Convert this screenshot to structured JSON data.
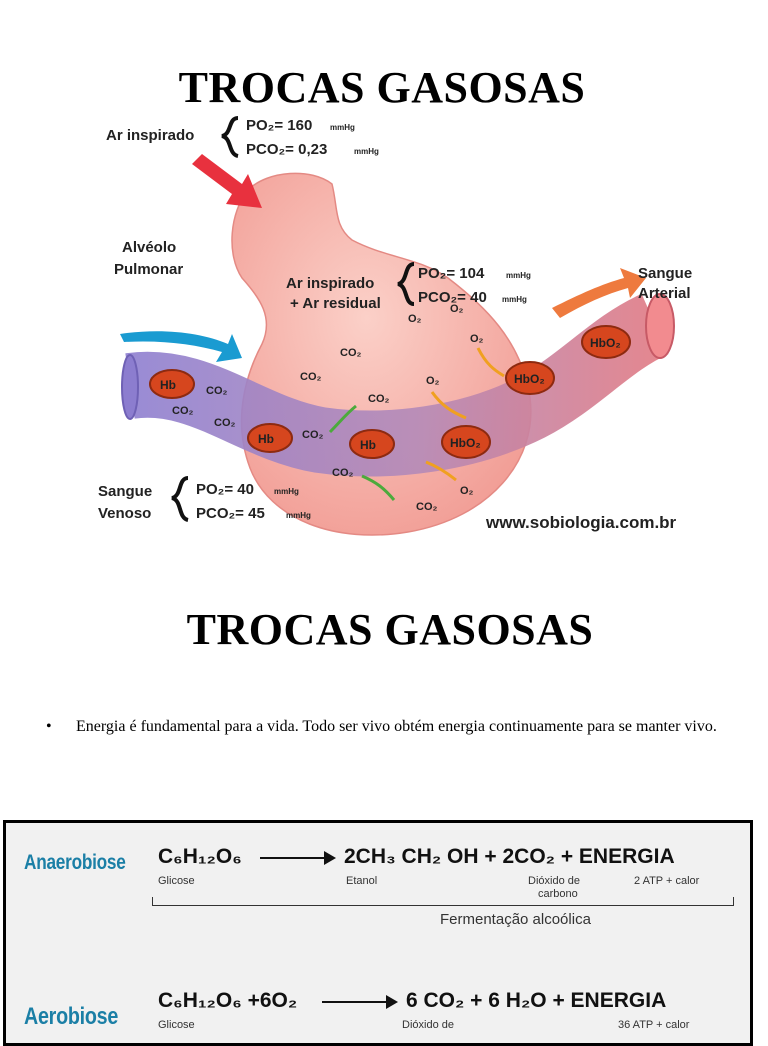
{
  "slide1": {
    "title": "TROCAS GASOSAS",
    "diagram": {
      "inspired_label": "Ar inspirado",
      "inspired_po2": "PO₂= 160",
      "inspired_pco2": "PCO₂= 0,23",
      "unit": "mmHg",
      "alveolus_line1": "Alvéolo",
      "alveolus_line2": "Pulmonar",
      "inner_line1": "Ar inspirado",
      "inner_line2": "+ Ar residual",
      "inner_po2": "PO₂= 104",
      "inner_pco2": "PCO₂= 40",
      "arterial_line1": "Sangue",
      "arterial_line2": "Arterial",
      "venous_line1": "Sangue",
      "venous_line2": "Venoso",
      "venous_po2": "PO₂= 40",
      "venous_pco2": "PCO₂= 45",
      "hb": "Hb",
      "hbo2": "HbO₂",
      "co2": "CO₂",
      "o2": "O₂",
      "website": "www.sobiologia.com.br"
    }
  },
  "slide2": {
    "title": "TROCAS GASOSAS",
    "bullets": [
      "Energia é fundamental para a vida. Todo ser vivo obtém energia continuamente para se manter vivo."
    ],
    "equations": {
      "anaerobic": {
        "name": "Anaerobiose",
        "reactant": "C₆H₁₂O₆",
        "products": "2CH₃ CH₂ OH + 2CO₂ + ENERGIA",
        "glucose": "Glicose",
        "ethanol": "Etanol",
        "co2_line1": "Dióxido de",
        "co2_line2": "carbono",
        "energy": "2 ATP + calor",
        "process": "Fermentação alcoólica"
      },
      "aerobic": {
        "name": "Aerobiose",
        "reactant": "C₆H₁₂O₆ +6O₂",
        "products": "6 CO₂ + 6 H₂O + ENERGIA",
        "glucose": "Glicose",
        "co2": "Dióxido de",
        "energy": "36 ATP + calor"
      }
    }
  }
}
